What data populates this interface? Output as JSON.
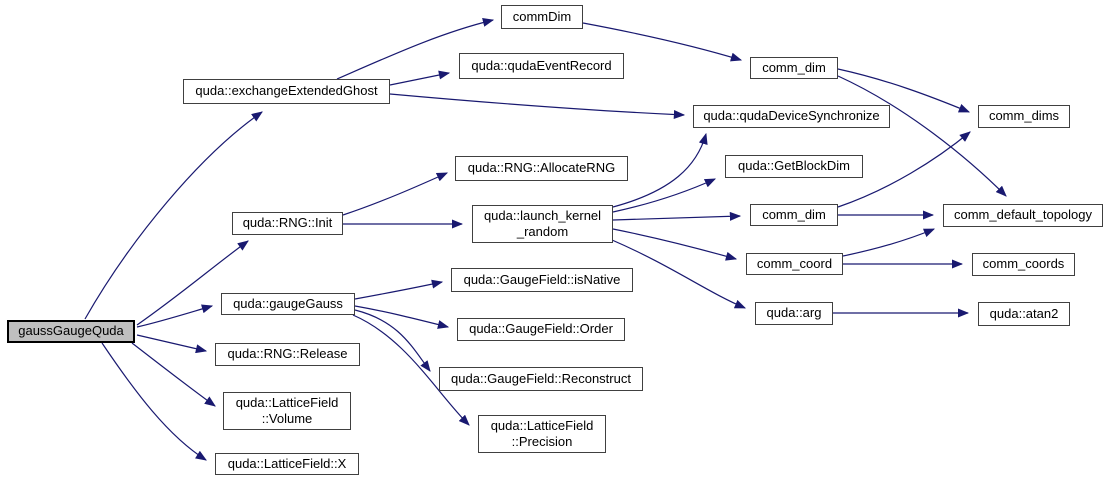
{
  "diagram": {
    "type": "call-graph",
    "root_node": "gaussGaugeQuda",
    "colors": {
      "edge": "#191970",
      "node_border": "#404040",
      "node_fill": "#ffffff",
      "root_fill": "#bfbfbf",
      "text": "#000000"
    },
    "nodes": [
      {
        "id": "gaussGaugeQuda",
        "label": "gaussGaugeQuda"
      },
      {
        "id": "exchangeExtendedGhost",
        "label": "quda::exchangeExtendedGhost"
      },
      {
        "id": "commDim",
        "label": "commDim"
      },
      {
        "id": "qudaEventRecord",
        "label": "quda::qudaEventRecord"
      },
      {
        "id": "comm_dim_1",
        "label": "comm_dim"
      },
      {
        "id": "qudaDeviceSynchronize",
        "label": "quda::qudaDeviceSynchronize"
      },
      {
        "id": "comm_dims",
        "label": "comm_dims"
      },
      {
        "id": "GetBlockDim",
        "label": "quda::GetBlockDim"
      },
      {
        "id": "AllocateRNG",
        "label": "quda::RNG::AllocateRNG"
      },
      {
        "id": "launch_kernel_random",
        "label": "quda::launch_kernel\n_random"
      },
      {
        "id": "RNG_Init",
        "label": "quda::RNG::Init"
      },
      {
        "id": "comm_dim_2",
        "label": "comm_dim"
      },
      {
        "id": "comm_default_topology",
        "label": "comm_default_topology"
      },
      {
        "id": "comm_coord",
        "label": "comm_coord"
      },
      {
        "id": "comm_coords",
        "label": "comm_coords"
      },
      {
        "id": "arg",
        "label": "quda::arg"
      },
      {
        "id": "atan2",
        "label": "quda::atan2"
      },
      {
        "id": "gaugeGauss",
        "label": "quda::gaugeGauss"
      },
      {
        "id": "isNative",
        "label": "quda::GaugeField::isNative"
      },
      {
        "id": "Order",
        "label": "quda::GaugeField::Order"
      },
      {
        "id": "Reconstruct",
        "label": "quda::GaugeField::Reconstruct"
      },
      {
        "id": "Precision",
        "label": "quda::LatticeField\n::Precision"
      },
      {
        "id": "RNG_Release",
        "label": "quda::RNG::Release"
      },
      {
        "id": "Volume",
        "label": "quda::LatticeField\n::Volume"
      },
      {
        "id": "LatticeField_X",
        "label": "quda::LatticeField::X"
      }
    ],
    "edges": [
      {
        "from": "gaussGaugeQuda",
        "to": "exchangeExtendedGhost"
      },
      {
        "from": "gaussGaugeQuda",
        "to": "RNG_Init"
      },
      {
        "from": "gaussGaugeQuda",
        "to": "gaugeGauss"
      },
      {
        "from": "gaussGaugeQuda",
        "to": "RNG_Release"
      },
      {
        "from": "gaussGaugeQuda",
        "to": "Volume"
      },
      {
        "from": "gaussGaugeQuda",
        "to": "LatticeField_X"
      },
      {
        "from": "exchangeExtendedGhost",
        "to": "commDim"
      },
      {
        "from": "exchangeExtendedGhost",
        "to": "qudaEventRecord"
      },
      {
        "from": "exchangeExtendedGhost",
        "to": "qudaDeviceSynchronize"
      },
      {
        "from": "commDim",
        "to": "comm_dim_1"
      },
      {
        "from": "comm_dim_1",
        "to": "comm_dims"
      },
      {
        "from": "comm_dim_1",
        "to": "comm_default_topology"
      },
      {
        "from": "RNG_Init",
        "to": "AllocateRNG"
      },
      {
        "from": "RNG_Init",
        "to": "launch_kernel_random"
      },
      {
        "from": "launch_kernel_random",
        "to": "qudaDeviceSynchronize"
      },
      {
        "from": "launch_kernel_random",
        "to": "GetBlockDim"
      },
      {
        "from": "launch_kernel_random",
        "to": "comm_dim_2"
      },
      {
        "from": "launch_kernel_random",
        "to": "comm_coord"
      },
      {
        "from": "launch_kernel_random",
        "to": "arg"
      },
      {
        "from": "comm_dim_2",
        "to": "comm_dims"
      },
      {
        "from": "comm_dim_2",
        "to": "comm_default_topology"
      },
      {
        "from": "comm_coord",
        "to": "comm_default_topology"
      },
      {
        "from": "comm_coord",
        "to": "comm_coords"
      },
      {
        "from": "arg",
        "to": "atan2"
      },
      {
        "from": "gaugeGauss",
        "to": "isNative"
      },
      {
        "from": "gaugeGauss",
        "to": "Order"
      },
      {
        "from": "gaugeGauss",
        "to": "Reconstruct"
      },
      {
        "from": "gaugeGauss",
        "to": "Precision"
      }
    ]
  }
}
